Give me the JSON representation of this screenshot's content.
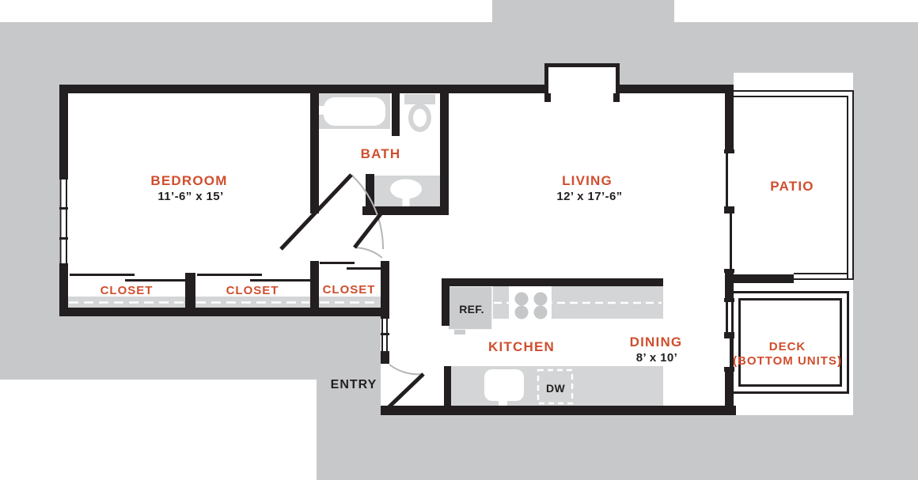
{
  "colors": {
    "wall": "#231f20",
    "accent_orange": "#d04e2e",
    "background_gray": "#c6c8c9",
    "fixture_gray": "#d3d5d6",
    "refrigerator_gray": "#caccce",
    "dimension_text": "#231f20"
  },
  "rooms": {
    "bedroom": {
      "label": "BEDROOM",
      "dimensions": "11’-6” x 15’"
    },
    "bath": {
      "label": "BATH"
    },
    "living": {
      "label": "LIVING",
      "dimensions": "12’ x 17’-6”"
    },
    "patio": {
      "label": "PATIO"
    },
    "kitchen": {
      "label": "KITCHEN"
    },
    "dining": {
      "label": "DINING",
      "dimensions": "8’ x 10’"
    },
    "deck": {
      "label_line1": "DECK",
      "label_line2": "(BOTTOM UNITS)"
    },
    "entry": {
      "label": "ENTRY"
    },
    "closets": {
      "closet1": "CLOSET",
      "closet2": "CLOSET",
      "closet3": "CLOSET"
    }
  },
  "fixtures": {
    "refrigerator_label": "REF.",
    "dishwasher_label": "DW"
  }
}
